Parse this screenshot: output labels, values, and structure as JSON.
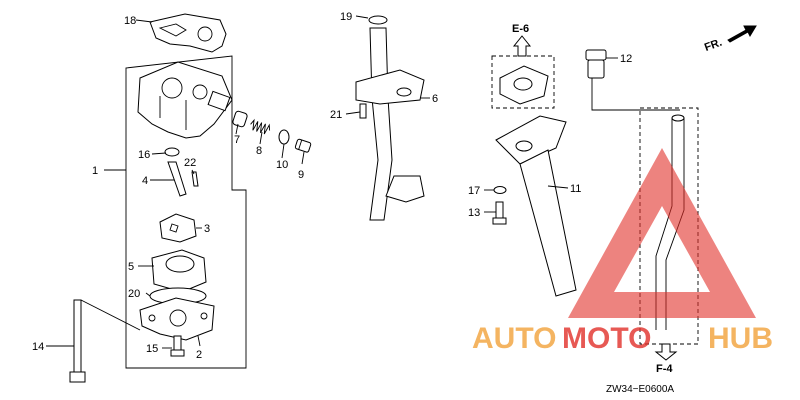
{
  "diagram": {
    "callouts": [
      {
        "id": "18",
        "text": "18"
      },
      {
        "id": "1",
        "text": "1"
      },
      {
        "id": "16",
        "text": "16"
      },
      {
        "id": "22",
        "text": "22"
      },
      {
        "id": "4",
        "text": "4"
      },
      {
        "id": "7",
        "text": "7"
      },
      {
        "id": "8",
        "text": "8"
      },
      {
        "id": "10",
        "text": "10"
      },
      {
        "id": "9",
        "text": "9"
      },
      {
        "id": "3",
        "text": "3"
      },
      {
        "id": "5",
        "text": "5"
      },
      {
        "id": "20",
        "text": "20"
      },
      {
        "id": "14",
        "text": "14"
      },
      {
        "id": "15",
        "text": "15"
      },
      {
        "id": "2",
        "text": "2"
      },
      {
        "id": "19",
        "text": "19"
      },
      {
        "id": "21",
        "text": "21"
      },
      {
        "id": "6",
        "text": "6"
      },
      {
        "id": "12",
        "text": "12"
      },
      {
        "id": "17",
        "text": "17"
      },
      {
        "id": "11",
        "text": "11"
      },
      {
        "id": "13",
        "text": "13"
      }
    ],
    "references": {
      "e6": "E-6",
      "f4": "F-4",
      "front": "FR."
    },
    "drawing_code": "ZW34−E0600A"
  },
  "watermark": {
    "brand_part1": "AUTO",
    "brand_part2": "MOTO",
    "brand_part3": "HUB",
    "colors": {
      "orange": "#f2a23a",
      "red": "#e2302a"
    }
  }
}
